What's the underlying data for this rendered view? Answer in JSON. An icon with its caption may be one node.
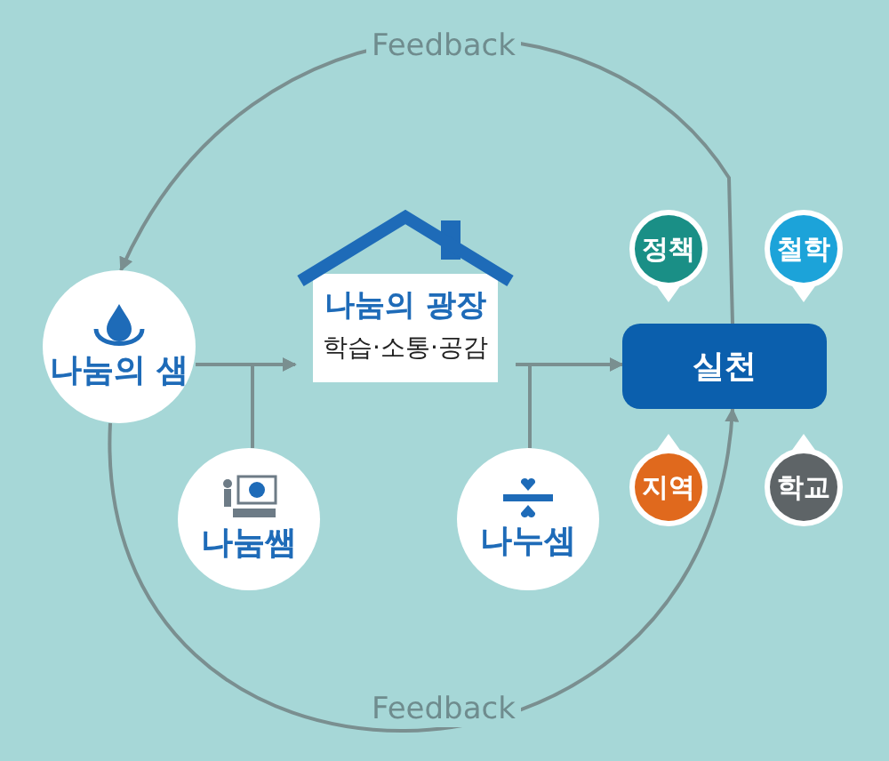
{
  "diagram": {
    "nodes": [
      {
        "text": [
          "나눔의 샘"
        ]
      },
      {
        "text": [
          "나눔의 광장",
          "학습·소통·공감"
        ]
      },
      {
        "text": [
          "나눔쌤"
        ]
      },
      {
        "text": [
          "나누셈"
        ]
      },
      {
        "text": [
          "실천"
        ]
      },
      {
        "text": [
          "정책"
        ]
      },
      {
        "text": [
          "철학"
        ]
      },
      {
        "text": [
          "지역"
        ]
      },
      {
        "text": [
          "학교"
        ]
      }
    ],
    "edges": [
      {
        "from": 0,
        "to": 1,
        "arrow": "to"
      },
      {
        "from": 2,
        "to": 1,
        "arrow": "to"
      },
      {
        "from": 1,
        "to": 4,
        "arrow": "to"
      },
      {
        "from": 3,
        "to": 4,
        "arrow": "to"
      },
      {
        "from": 4,
        "to": 0,
        "arrow": "to",
        "label": "Feedback"
      },
      {
        "from": 0,
        "to": 4,
        "arrow": "to",
        "label": "Feedback"
      }
    ]
  }
}
